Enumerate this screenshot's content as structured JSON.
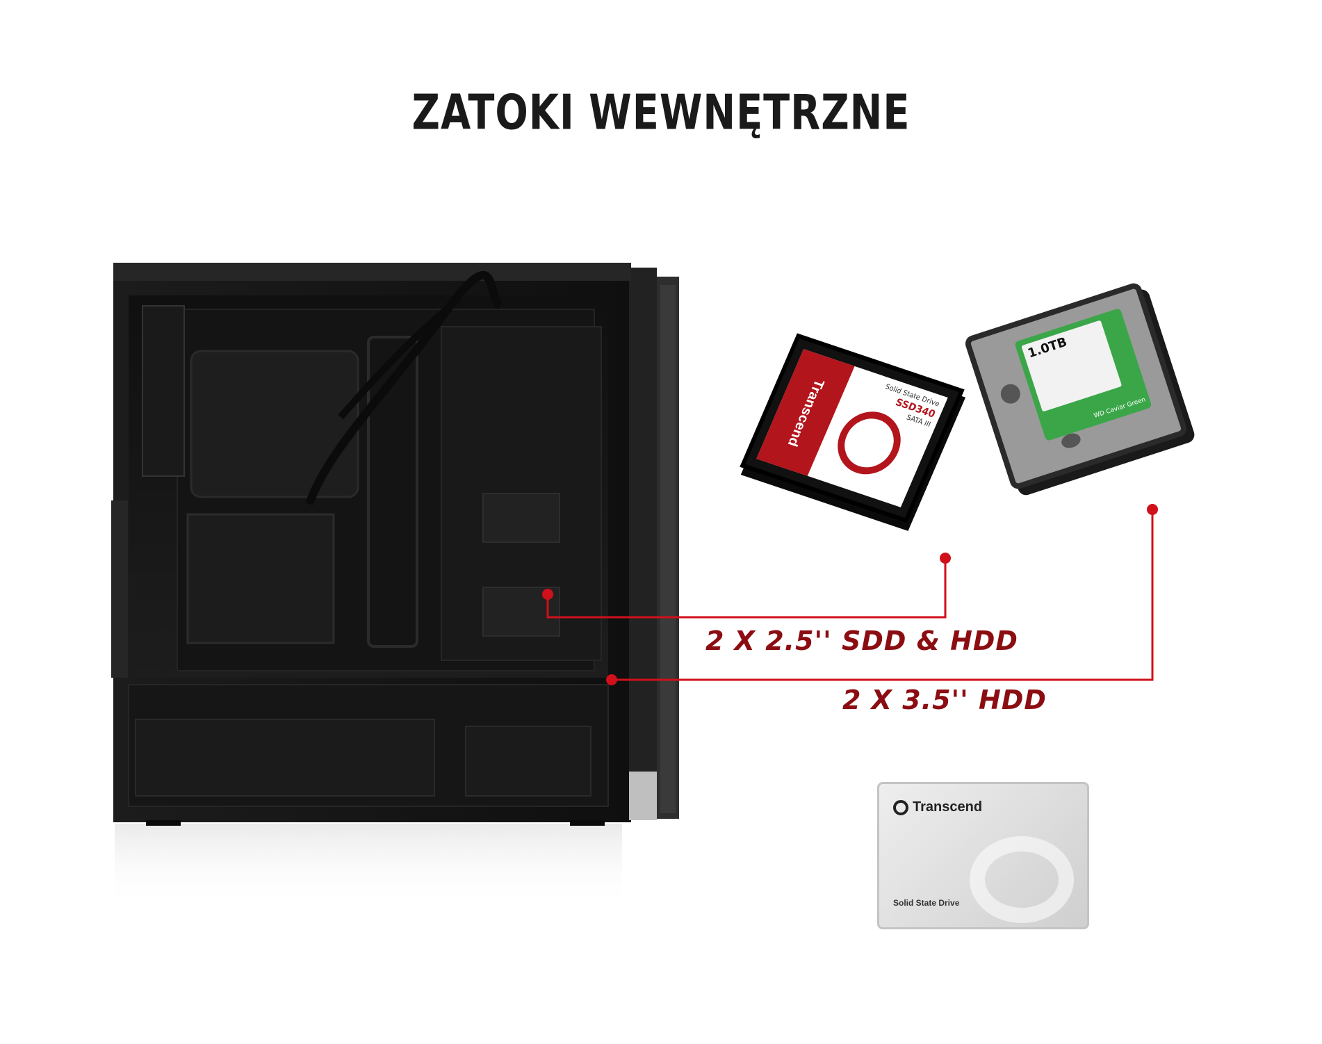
{
  "title": "ZATOKI WEWNĘTRZNE",
  "callouts": {
    "bay_25": "2 X 2.5'' SDD & HDD",
    "bay_35": "2 X 3.5'' HDD"
  },
  "drives": {
    "red_ssd": {
      "brand": "Transcend",
      "line1": "Solid State Drive",
      "line2": "SSD340",
      "line3": "SATA III"
    },
    "hdd": {
      "capacity": "1.0TB",
      "series": "WD Caviar Green"
    },
    "silver_ssd": {
      "brand": "Transcend",
      "subtitle": "Solid State Drive"
    }
  },
  "colors": {
    "accent_red": "#d0101a",
    "label_red": "#8b0d12",
    "case_black": "#161616",
    "hdd_green": "#3aa648"
  }
}
